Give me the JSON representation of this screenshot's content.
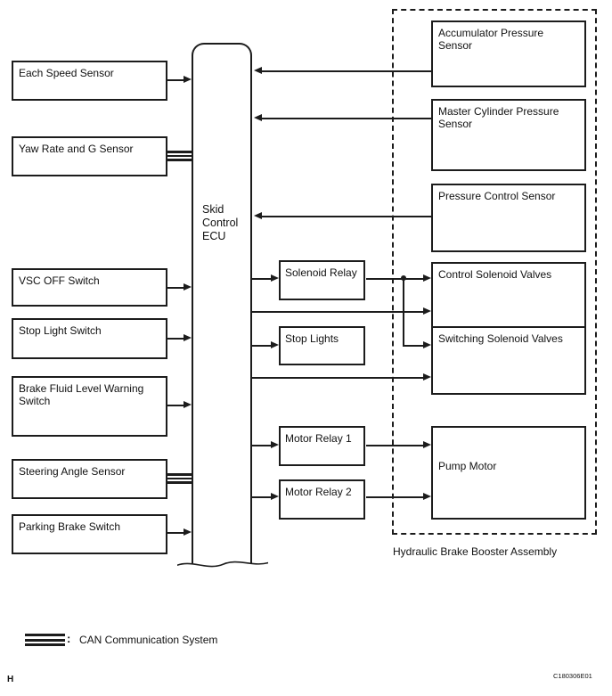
{
  "colors": {
    "line": "#1c1c1c",
    "background": "#ffffff"
  },
  "ecu": {
    "lines": [
      "Skid",
      "Control",
      "ECU"
    ]
  },
  "left_column": {
    "each_speed_sensor": "Each Speed Sensor",
    "yaw_rate_g_sensor": "Yaw Rate and G Sensor",
    "vsc_off_switch": "VSC OFF Switch",
    "stop_light_switch": "Stop Light Switch",
    "brake_fluid_level_warning_switch": "Brake Fluid Level Warning Switch",
    "steering_angle_sensor": "Steering Angle Sensor",
    "parking_brake_switch": "Parking Brake Switch"
  },
  "middle_column": {
    "solenoid_relay": "Solenoid Relay",
    "stop_lights": "Stop Lights",
    "motor_relay_1": "Motor Relay 1",
    "motor_relay_2": "Motor Relay 2"
  },
  "assembly": {
    "caption": "Hydraulic Brake Booster Assembly",
    "accumulator_pressure_sensor": "Accumulator Pressure Sensor",
    "master_cylinder_pressure_sensor": "Master Cylinder Pressure Sensor",
    "pressure_control_sensor": "Pressure Control Sensor",
    "control_solenoid_valves": "Control Solenoid Valves",
    "switching_solenoid_valves": "Switching Solenoid Valves",
    "pump_motor": "Pump Motor"
  },
  "legend": {
    "symbol": "can-triple-line",
    "separator": ":",
    "label": "CAN Communication System"
  },
  "footer": {
    "page_marker": "H",
    "figure_code": "C180306E01"
  }
}
